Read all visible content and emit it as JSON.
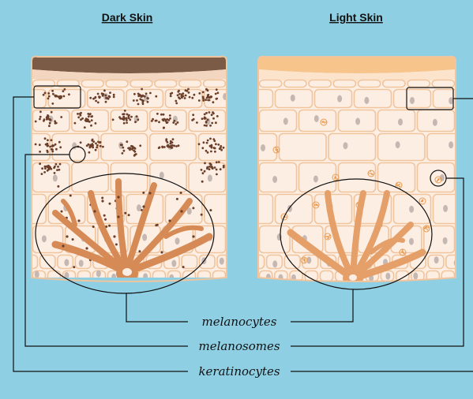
{
  "panels": {
    "dark": {
      "title": "Dark Skin"
    },
    "light": {
      "title": "Light Skin"
    }
  },
  "labels": {
    "melanocytes": "melanocytes",
    "melanosomes": "melanosomes",
    "keratinocytes": "keratinocytes"
  },
  "colors": {
    "background": "#8ecfe3",
    "dark_surface": "#7b5a46",
    "light_surface": "#f7c48c",
    "cell_fill": "#fdeee3",
    "cell_stroke": "#f0c49d",
    "melanocyte": "#d68a55",
    "melanosome_dark": "#6b3f2a",
    "melanosome_light": "#e99b50",
    "nucleus": "#c5b8b3",
    "leader_line": "#111111"
  }
}
